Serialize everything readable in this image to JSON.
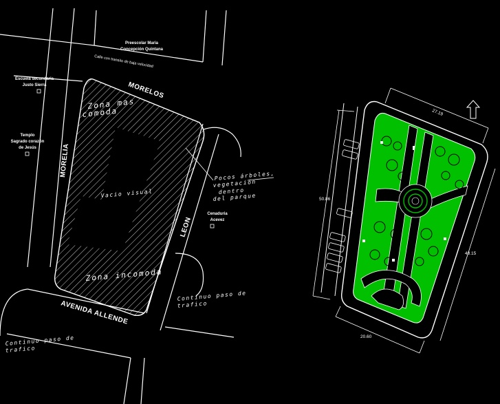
{
  "streets": {
    "morelos_top": "MORELOS",
    "morelia": "MORELIA",
    "leon": "LEON",
    "allende": "AVENIDA ALLENDE"
  },
  "landmarks": {
    "preescolar": [
      "Preescolar Maria",
      "Concepción Quintana"
    ],
    "escuela": [
      "Escuela secundaria",
      "Justo Sierra"
    ],
    "templo": [
      "Templo",
      "Sagrado corazón",
      "de Jesús"
    ],
    "cenaduria": [
      "Cenaduria",
      "Acevez"
    ]
  },
  "notes": {
    "street_note": "Calle con transito de baja velocidad",
    "zona_mas_comoda": [
      "Zona mas",
      "comoda"
    ],
    "vacio_visual": "Vacio visual",
    "pocos_arboles": [
      "Pocos árboles,",
      "vegetación",
      "dentro",
      "del parque"
    ],
    "zona_incomoda": "Zona incomoda",
    "continuo_leon": [
      "Continuo paso de",
      "trafico"
    ],
    "continuo_allende": [
      "Continuo paso de",
      "trafico"
    ]
  },
  "dimensions": {
    "top": "27.19",
    "left": "50.86",
    "right": "48.15",
    "bottom": "20.60"
  },
  "colors": {
    "line": "#ffffff",
    "vegetation": "#00c000",
    "background": "#000000"
  },
  "icons": {
    "north": "north-arrow-icon"
  }
}
